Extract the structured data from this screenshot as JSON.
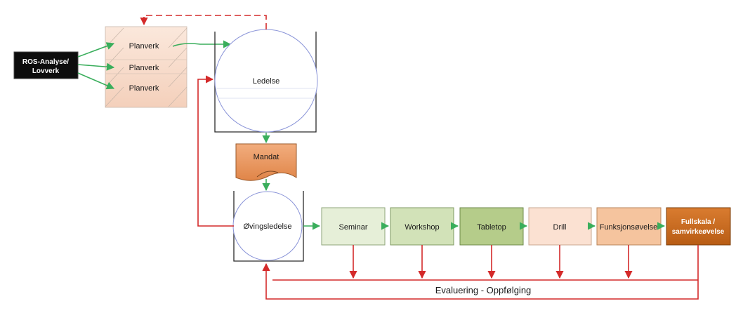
{
  "source": {
    "line1": "ROS-Analyse/",
    "line2": "Lovverk"
  },
  "planverk": [
    "Planverk",
    "Planverk",
    "Planverk"
  ],
  "ledelse": "Ledelse",
  "mandat": "Mandat",
  "ovingsledelse": "Øvingsledelse",
  "steps": [
    "Seminar",
    "Workshop",
    "Tabletop",
    "Drill",
    "Funksjonsøvelse"
  ],
  "final_step": {
    "line1": "Fullskala /",
    "line2": "samvirkeøvelse"
  },
  "evaluation": "Evaluering - Oppfølging",
  "colors": {
    "green_arrow": "#3aae5c",
    "red_arrow": "#d42a2a",
    "planverk_fill": "#f8dccb",
    "mandat_fill": "#e8935c",
    "circle_stroke": "#8a94d8",
    "step_fills": [
      "#e6efd8",
      "#d2e2b8",
      "#b5cc8a",
      "#fbe1d2",
      "#f5c49e"
    ],
    "final_fill": "#c8691e"
  }
}
